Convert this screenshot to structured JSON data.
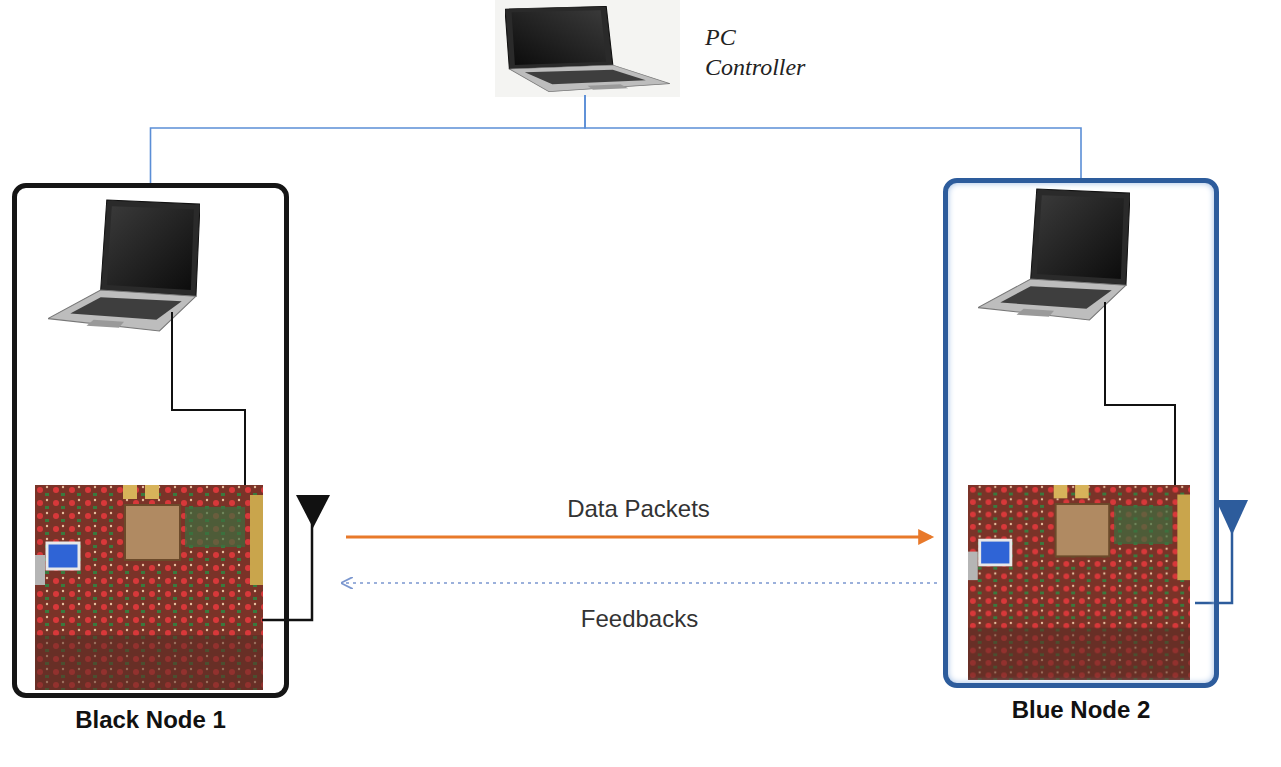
{
  "diagram": {
    "nodes": [
      {
        "text": [
          "PC Controller"
        ]
      },
      {
        "text": [
          "Black Node 1"
        ]
      },
      {
        "text": [
          "Blue Node 2"
        ]
      }
    ],
    "edges": [
      {
        "from": 0,
        "to": 1,
        "arrow": "none"
      },
      {
        "from": 0,
        "to": 2,
        "arrow": "none"
      },
      {
        "from": 1,
        "to": 2,
        "label": "Data Packets",
        "arrow": "to"
      },
      {
        "from": 2,
        "to": 1,
        "label": "Feedbacks",
        "arrow": "to"
      }
    ]
  }
}
